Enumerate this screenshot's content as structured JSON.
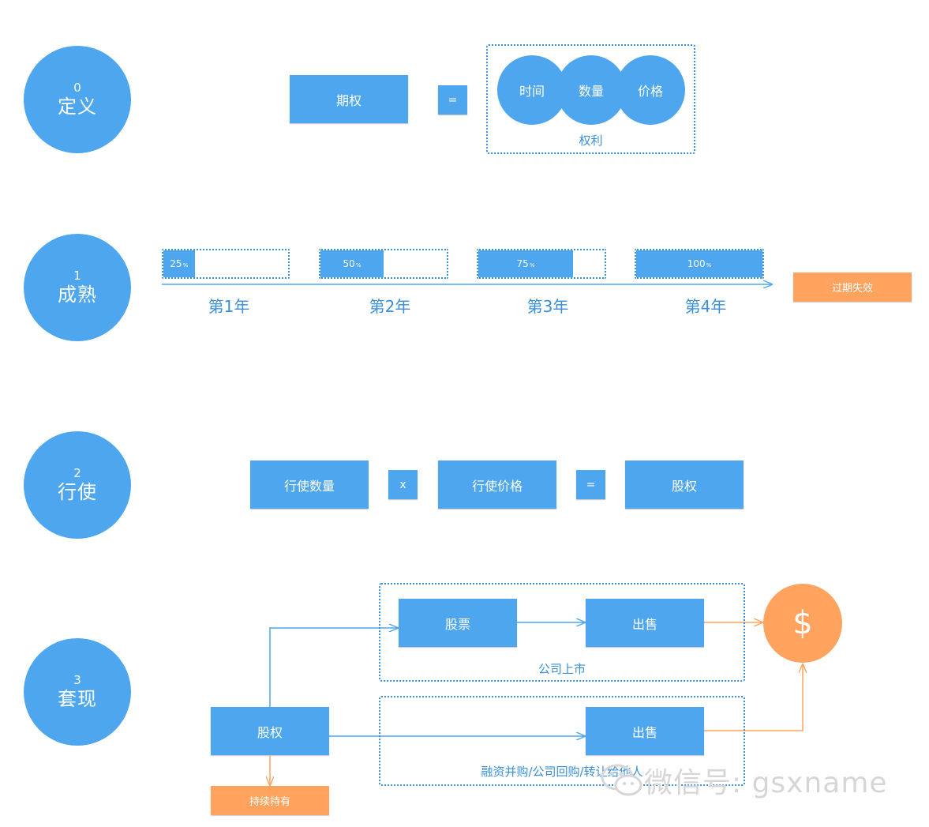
{
  "stages": [
    {
      "num": "0",
      "title": "定义"
    },
    {
      "num": "1",
      "title": "成熟"
    },
    {
      "num": "2",
      "title": "行使"
    },
    {
      "num": "3",
      "title": "套现"
    }
  ],
  "definition": {
    "option": "期权",
    "equals": "=",
    "rights": [
      "时间",
      "数量",
      "价格"
    ],
    "rights_caption": "权利"
  },
  "vesting": {
    "steps": [
      {
        "pct_label": "25",
        "unit": "%",
        "fill": 0.25,
        "year": "第1年"
      },
      {
        "pct_label": "50",
        "unit": "%",
        "fill": 0.5,
        "year": "第2年"
      },
      {
        "pct_label": "75",
        "unit": "%",
        "fill": 0.75,
        "year": "第3年"
      },
      {
        "pct_label": "100",
        "unit": "%",
        "fill": 1.0,
        "year": "第4年"
      }
    ],
    "expire": "过期失效"
  },
  "exercise": {
    "qty": "行使数量",
    "times": "x",
    "price": "行使价格",
    "equals": "=",
    "equity": "股权"
  },
  "cashout": {
    "equity": "股权",
    "stock": "股票",
    "sell_top": "出售",
    "sell_bottom": "出售",
    "ipo_caption": "公司上市",
    "ma_caption": "融资并购/公司回购/转让给他人",
    "hold": "持续持有",
    "dollar": "$"
  },
  "watermark": "微信号: gsxname",
  "colors": {
    "blue": "#4da6ee",
    "line": "#3a8fd8",
    "orange": "#ffa35f"
  }
}
